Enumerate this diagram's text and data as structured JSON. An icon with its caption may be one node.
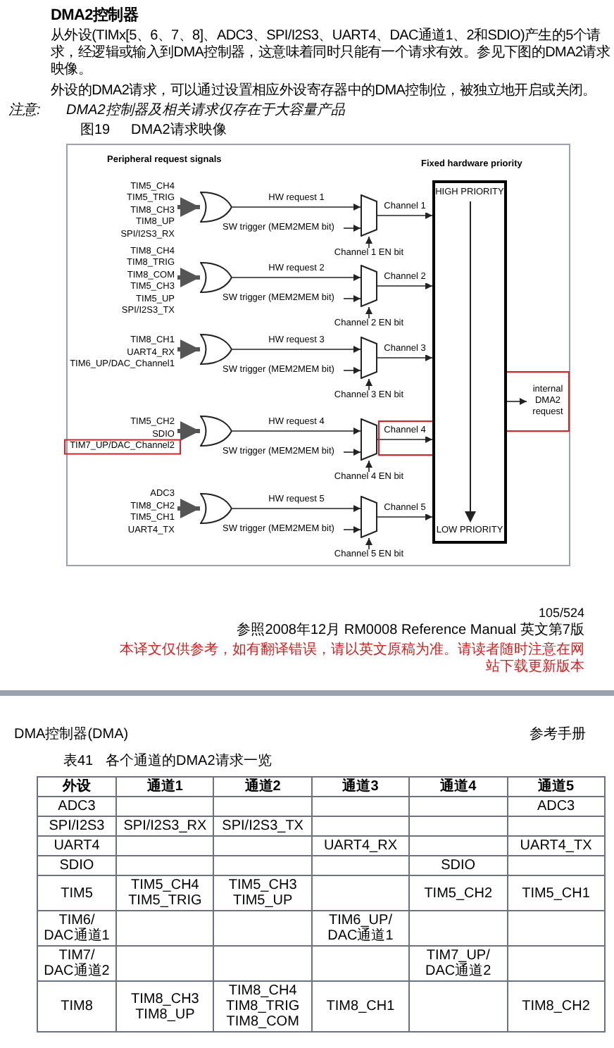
{
  "diagram": {
    "title": "DMA2控制器",
    "nodes": [
      {
        "text": [
          "TIM5_CH4",
          "TIM5_TRIG",
          "TIM8_CH3",
          "TIM8_UP",
          "SPI/I2S3_RX"
        ]
      },
      {
        "text": [],
        "shape": "gate"
      },
      {
        "text": [
          "SW trigger (MEM2MEM bit)"
        ]
      },
      {
        "text": [],
        "shape": "trapezoid"
      },
      {
        "text": [
          "Channel 1 EN bit"
        ]
      },
      {
        "text": [
          "TIM8_CH4",
          "TIM8_TRIG",
          "TIM8_COM",
          "TIM5_CH3",
          "TIM5_UP",
          "SPI/I2S3_TX"
        ]
      },
      {
        "text": [],
        "shape": "gate"
      },
      {
        "text": [
          "SW trigger (MEM2MEM bit)"
        ]
      },
      {
        "text": [],
        "shape": "trapezoid"
      },
      {
        "text": [
          "Channel 2 EN bit"
        ]
      },
      {
        "text": [
          "TIM8_CH1",
          "UART4_RX",
          "TIM6_UP/DAC_Channel1"
        ]
      },
      {
        "text": [],
        "shape": "gate"
      },
      {
        "text": [
          "SW trigger (MEM2MEM bit)"
        ]
      },
      {
        "text": [],
        "shape": "trapezoid"
      },
      {
        "text": [
          "Channel 3 EN bit"
        ]
      },
      {
        "text": [
          "TIM5_CH2",
          "SDIO",
          "TIM7_UP/DAC_Channel2"
        ]
      },
      {
        "text": [],
        "shape": "gate"
      },
      {
        "text": [
          "SW trigger (MEM2MEM bit)"
        ]
      },
      {
        "text": [],
        "shape": "trapezoid"
      },
      {
        "text": [
          "Channel 4 EN bit"
        ]
      },
      {
        "text": [
          "ADC3",
          "TIM8_CH2",
          "TIM5_CH1",
          "UART4_TX"
        ]
      },
      {
        "text": [],
        "shape": "gate"
      },
      {
        "text": [
          "SW trigger (MEM2MEM bit)"
        ]
      },
      {
        "text": [],
        "shape": "trapezoid"
      },
      {
        "text": [
          "Channel 5 EN bit"
        ]
      },
      {
        "text": [
          "HIGH PRIORITY",
          "LOW PRIORITY"
        ]
      },
      {
        "text": [
          "internal DMA2 request"
        ]
      }
    ],
    "edges": [
      {
        "from": 0,
        "to": 1,
        "arrow": "to",
        "style": "thick"
      },
      {
        "from": 1,
        "to": 3,
        "arrow": "to",
        "label": "HW request 1"
      },
      {
        "from": 2,
        "to": 3,
        "arrow": "to"
      },
      {
        "from": 4,
        "to": 3,
        "arrow": "to"
      },
      {
        "from": 3,
        "to": 25,
        "arrow": "to",
        "label": "Channel 1"
      },
      {
        "from": 5,
        "to": 6,
        "arrow": "to",
        "style": "thick"
      },
      {
        "from": 6,
        "to": 8,
        "arrow": "to",
        "label": "HW request 2"
      },
      {
        "from": 7,
        "to": 8,
        "arrow": "to"
      },
      {
        "from": 9,
        "to": 8,
        "arrow": "to"
      },
      {
        "from": 8,
        "to": 25,
        "arrow": "to",
        "label": "Channel 2"
      },
      {
        "from": 10,
        "to": 11,
        "arrow": "to",
        "style": "thick"
      },
      {
        "from": 11,
        "to": 13,
        "arrow": "to",
        "label": "HW request 3"
      },
      {
        "from": 12,
        "to": 13,
        "arrow": "to"
      },
      {
        "from": 14,
        "to": 13,
        "arrow": "to"
      },
      {
        "from": 13,
        "to": 25,
        "arrow": "to",
        "label": "Channel 3"
      },
      {
        "from": 15,
        "to": 16,
        "arrow": "to",
        "style": "thick"
      },
      {
        "from": 16,
        "to": 18,
        "arrow": "to",
        "label": "HW request 4"
      },
      {
        "from": 17,
        "to": 18,
        "arrow": "to"
      },
      {
        "from": 19,
        "to": 18,
        "arrow": "to"
      },
      {
        "from": 18,
        "to": 25,
        "arrow": "to",
        "label": "Channel 4"
      },
      {
        "from": 20,
        "to": 21,
        "arrow": "to",
        "style": "thick"
      },
      {
        "from": 21,
        "to": 23,
        "arrow": "to",
        "label": "HW request 5"
      },
      {
        "from": 22,
        "to": 23,
        "arrow": "to"
      },
      {
        "from": 24,
        "to": 23,
        "arrow": "to"
      },
      {
        "from": 23,
        "to": 25,
        "arrow": "to",
        "label": "Channel 5"
      },
      {
        "from": 25,
        "to": 26,
        "arrow": "to"
      }
    ],
    "labels": [
      "从外设(TIMx[5、6、7、8]、ADC3、SPI/I2S3、UART4、DAC通道1、2和SDIO)产生的5个请求，经逻辑或输入到DMA控制器，这意味着同时只能有一个请求有效。参见下图的DMA2请求映像。",
      "外设的DMA2请求，可以通过设置相应外设寄存器中的DMA控制位，被独立地开启或关闭。",
      "注意:",
      "DMA2控制器及相关请求仅存在于大容量产品",
      "图19",
      "DMA2请求映像",
      "Peripheral request signals",
      "Fixed hardware priority",
      "105/524",
      "参照2008年12月 RM0008 Reference Manual 英文第7版",
      "本译文仅供参考，如有翻译错误，请以英文原稿为准。请读者随时注意在网站下载更新版本",
      "DMA控制器(DMA)",
      "参考手册",
      "表41",
      "各个通道的DMA2请求一览",
      "外设",
      "通道1",
      "通道2",
      "通道3",
      "通道4",
      "通道5",
      "ADC3",
      "ADC3",
      "SPI/I2S3",
      "SPI/I2S3_RX",
      "SPI/I2S3_TX",
      "UART4",
      "UART4_RX",
      "UART4_TX",
      "SDIO",
      "SDIO",
      "TIM5",
      "TIM5_CH4 TIM5_TRIG",
      "TIM5_CH3 TIM5_UP",
      "TIM5_CH2",
      "TIM5_CH1",
      "TIM6/ DAC通道1",
      "TIM6_UP/ DAC通道1",
      "TIM7/ DAC通道2",
      "TIM7_UP/ DAC通道2",
      "TIM8",
      "TIM8_CH3 TIM8_UP",
      "TIM8_CH4 TIM8_TRIG TIM8_COM",
      "TIM8_CH1",
      "TIM8_CH2"
    ]
  }
}
